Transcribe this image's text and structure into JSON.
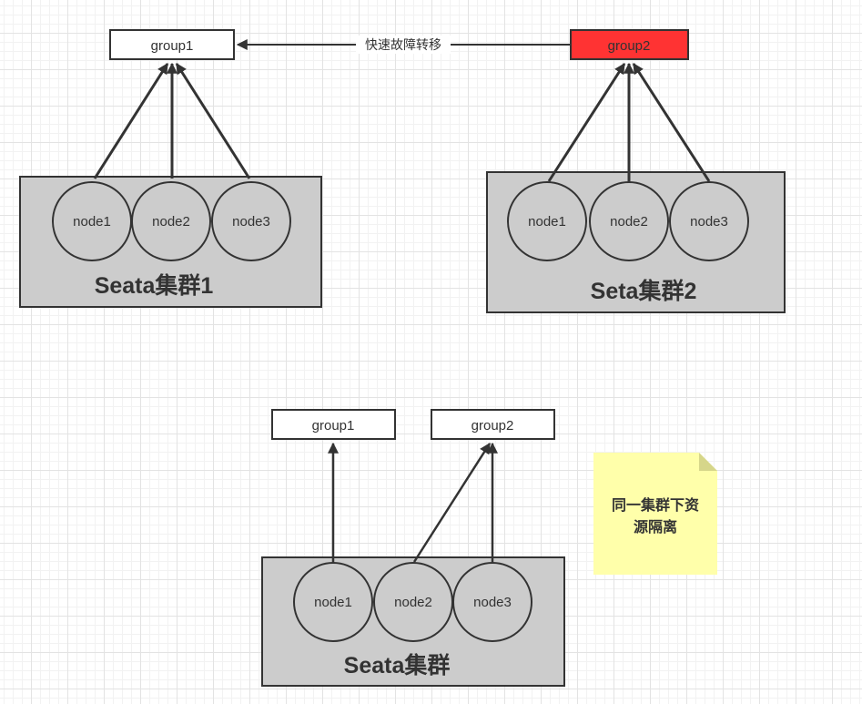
{
  "diagram": {
    "top_left": {
      "group_label": "group1",
      "cluster_label": "Seata集群1",
      "nodes": [
        "node1",
        "node2",
        "node3"
      ]
    },
    "top_right": {
      "group_label": "group2",
      "cluster_label": "Seta集群2",
      "nodes": [
        "node1",
        "node2",
        "node3"
      ]
    },
    "failover_label": "快速故障转移",
    "bottom": {
      "group_labels": [
        "group1",
        "group2"
      ],
      "cluster_label": "Seata集群",
      "nodes": [
        "node1",
        "node2",
        "node3"
      ]
    },
    "note": {
      "line1": "同一集群下资",
      "line2": "源隔离"
    },
    "colors": {
      "cluster_fill": "#cccccc",
      "node_fill": "#cccccc",
      "stroke": "#333333",
      "group2_highlight": "#ff3333",
      "note_fill": "#ffffaa",
      "note_fold": "#d6d68a"
    }
  }
}
